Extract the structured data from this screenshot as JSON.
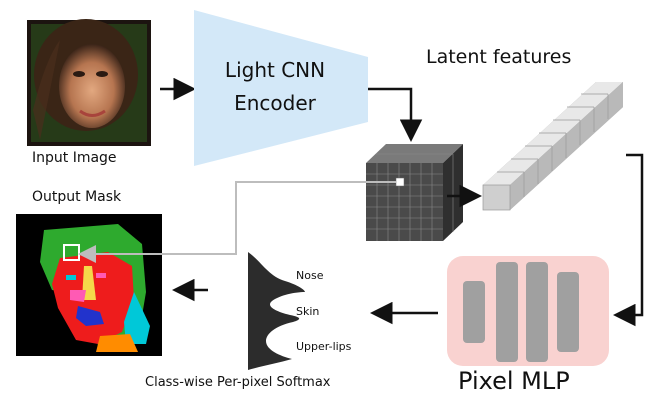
{
  "labels": {
    "input_image": "Input Image",
    "output_mask": "Output Mask",
    "encoder_line1": "Light CNN",
    "encoder_line2": "Encoder",
    "latent_features": "Latent features",
    "pixel_mlp": "Pixel MLP",
    "softmax": "Class-wise Per-pixel Softmax"
  },
  "softmax_classes": [
    "Nose",
    "Skin",
    "Upper-lips"
  ],
  "colors": {
    "encoder_fill": "#d3e8f8",
    "mlp_panel": "#f9d2d0",
    "mlp_bars": "#a0a0a0",
    "latent_cube": "#4a4a4a",
    "feature_vector": "#cfcfcf",
    "mask_background": "#000000",
    "mask_hair": "#2eaa2e",
    "mask_skin": "#ee1c1c",
    "mask_neck": "#ff8c00",
    "mask_lips": "#2233cc",
    "mask_nose": "#f5d84a",
    "mask_accent": "#00c8d8"
  }
}
